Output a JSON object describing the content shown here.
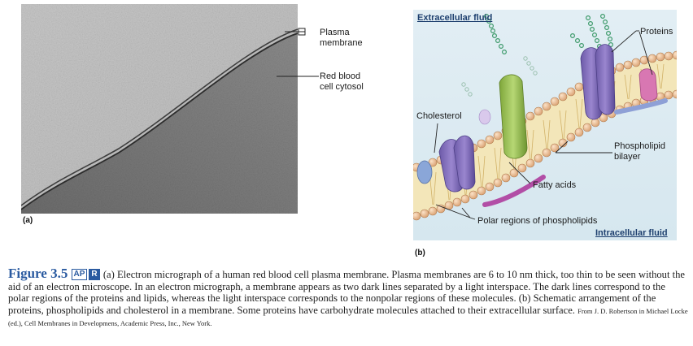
{
  "panel_a": {
    "tag": "(a)",
    "labels": {
      "plasma_membrane": "Plasma\nmembrane",
      "cytosol": "Red blood\ncell cytosol"
    }
  },
  "panel_b": {
    "tag": "(b)",
    "extracellular": "Extracellular fluid",
    "intracellular": "Intracellular fluid",
    "labels": {
      "proteins": "Proteins",
      "cholesterol": "Cholesterol",
      "phospholipid_bilayer": "Phospholipid\nbilayer",
      "fatty_acids": "Fatty acids",
      "polar_regions": "Polar regions of phospholipids"
    }
  },
  "caption": {
    "figure_label": "Figure 3.5",
    "badge_ap": "AP",
    "badge_r": "R",
    "text": "(a) Electron micrograph of a human red blood cell plasma membrane. Plasma membranes are 6 to 10 nm thick, too thin to be seen without the aid of an electron microscope. In an electron micrograph, a membrane appears as two dark lines separated by a light interspace. The dark lines correspond to the polar regions of the proteins and lipids, whereas the light interspace corresponds to the nonpolar regions of these molecules. (b) Schematic arrangement of the proteins, phospholipids and cholesterol in a membrane. Some proteins have carbohydrate molecules attached to their extracellular surface.",
    "credit": "From J. D. Robertson in Michael Locke (ed.), Cell Membranes in Developmens, Academic Press, Inc., New York."
  }
}
